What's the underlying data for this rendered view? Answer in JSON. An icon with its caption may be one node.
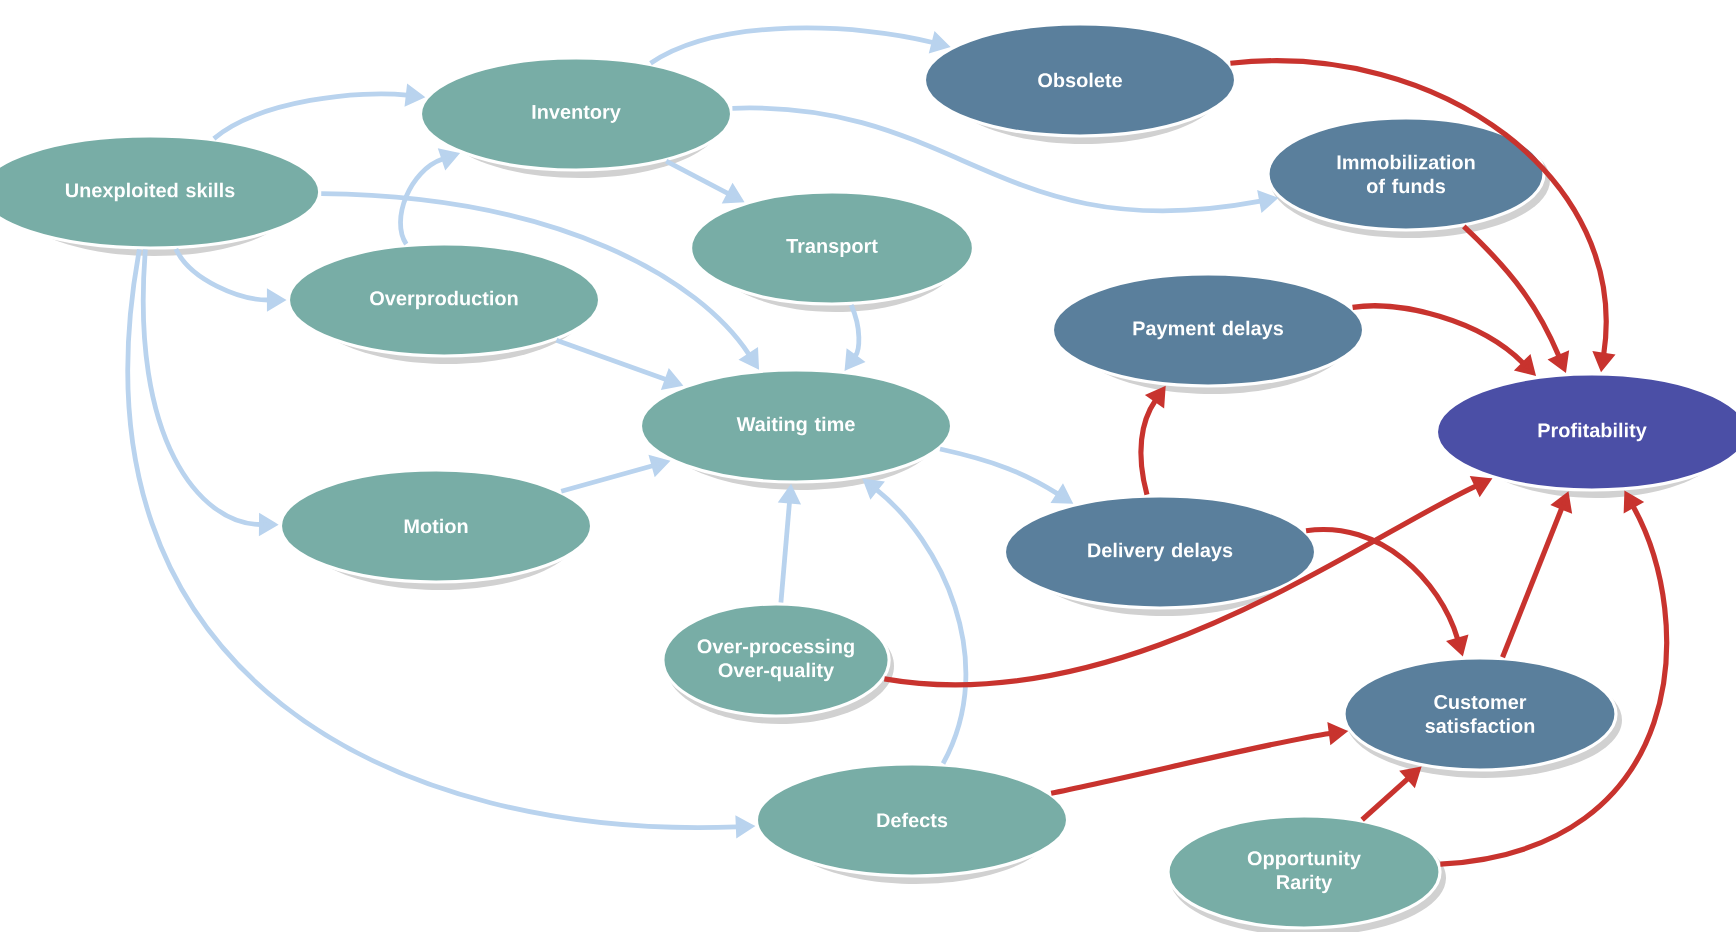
{
  "diagram": {
    "nodes": [
      {
        "text": [
          "Unexploited skills"
        ]
      },
      {
        "text": [
          "Inventory"
        ]
      },
      {
        "text": [
          "Obsolete"
        ]
      },
      {
        "text": [
          "Immobilization of funds"
        ]
      },
      {
        "text": [
          "Transport"
        ]
      },
      {
        "text": [
          "Overproduction"
        ]
      },
      {
        "text": [
          "Payment delays"
        ]
      },
      {
        "text": [
          "Profitability"
        ]
      },
      {
        "text": [
          "Motion"
        ]
      },
      {
        "text": [
          "Waiting time"
        ]
      },
      {
        "text": [
          "Delivery delays"
        ]
      },
      {
        "text": [
          "Over-processing Over-quality"
        ]
      },
      {
        "text": [
          "Customer satisfaction"
        ]
      },
      {
        "text": [
          "Defects"
        ]
      },
      {
        "text": [
          "Opportunity Rarity"
        ]
      }
    ],
    "edges": [
      {
        "from": 0,
        "to": 1,
        "arrow": "to"
      },
      {
        "from": 0,
        "to": 5,
        "arrow": "to"
      },
      {
        "from": 0,
        "to": 9,
        "arrow": "to"
      },
      {
        "from": 0,
        "to": 8,
        "arrow": "to"
      },
      {
        "from": 0,
        "to": 13,
        "arrow": "to"
      },
      {
        "from": 1,
        "to": 2,
        "arrow": "to"
      },
      {
        "from": 1,
        "to": 4,
        "arrow": "to"
      },
      {
        "from": 1,
        "to": 3,
        "arrow": "to"
      },
      {
        "from": 5,
        "to": 1,
        "arrow": "to"
      },
      {
        "from": 5,
        "to": 9,
        "arrow": "to"
      },
      {
        "from": 4,
        "to": 9,
        "arrow": "to"
      },
      {
        "from": 8,
        "to": 9,
        "arrow": "to"
      },
      {
        "from": 11,
        "to": 9,
        "arrow": "to"
      },
      {
        "from": 13,
        "to": 9,
        "arrow": "to"
      },
      {
        "from": 9,
        "to": 10,
        "arrow": "to"
      },
      {
        "from": 2,
        "to": 7,
        "arrow": "to",
        "color": "#c8332e"
      },
      {
        "from": 3,
        "to": 7,
        "arrow": "to",
        "color": "#c8332e"
      },
      {
        "from": 6,
        "to": 7,
        "arrow": "to",
        "color": "#c8332e"
      },
      {
        "from": 10,
        "to": 6,
        "arrow": "to",
        "color": "#c8332e"
      },
      {
        "from": 10,
        "to": 12,
        "arrow": "to",
        "color": "#c8332e"
      },
      {
        "from": 11,
        "to": 7,
        "arrow": "to",
        "color": "#c8332e"
      },
      {
        "from": 12,
        "to": 7,
        "arrow": "to",
        "color": "#c8332e"
      },
      {
        "from": 13,
        "to": 12,
        "arrow": "to",
        "color": "#c8332e"
      },
      {
        "from": 14,
        "to": 12,
        "arrow": "to",
        "color": "#c8332e"
      },
      {
        "from": 14,
        "to": 7,
        "arrow": "to",
        "color": "#c8332e"
      }
    ]
  }
}
